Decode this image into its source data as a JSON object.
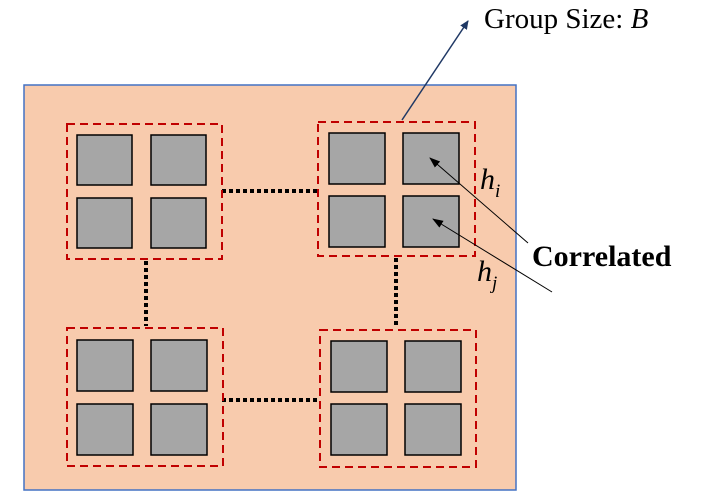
{
  "labels": {
    "group_size_prefix": "Group Size: ",
    "group_size_var": "B",
    "correlated": "Correlated",
    "hi_base": "h",
    "hi_sub": "i",
    "hj_base": "h",
    "hj_sub": "j"
  },
  "colors": {
    "panel_fill": "#f8cbad",
    "panel_border": "#4472c4",
    "group_border": "#c00000",
    "cell_fill": "#a6a6a6",
    "cell_border": "#000000",
    "connector": "#000000",
    "arrow": "#1f3864"
  },
  "grid": {
    "groups": 4,
    "cells_per_group": 4
  }
}
